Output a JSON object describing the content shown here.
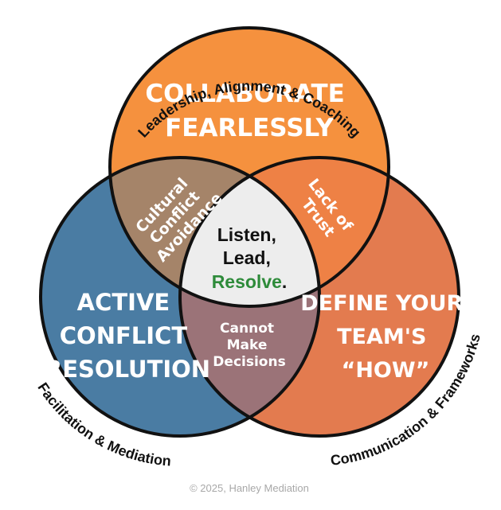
{
  "circles": {
    "top": {
      "lines": [
        "COLLABORATE",
        "FEARLESSLY"
      ],
      "color": "#F5913E"
    },
    "left": {
      "lines": [
        "ACTIVE",
        "CONFLICT",
        "RESOLUTION"
      ],
      "color": "#4A7CA3"
    },
    "right": {
      "lines": [
        "DEFINE YOUR",
        "TEAM'S",
        "“HOW”"
      ],
      "color": "#E37B4F"
    }
  },
  "overlaps": {
    "top_left": {
      "lines": [
        "Cultural",
        "Conflict",
        "Avoidance"
      ],
      "color": "#A58469"
    },
    "top_right": {
      "lines": [
        "Lack of",
        "Trust"
      ],
      "color": "#EE8145"
    },
    "left_right": {
      "lines": [
        "Cannot",
        "Make",
        "Decisions"
      ],
      "color": "#9B7378"
    },
    "center": {
      "line1": "Listen,",
      "line2": "Lead,",
      "line3_word": "Resolve",
      "line3_suffix": ".",
      "color": "#EDEDED",
      "accent": "#2E8B3A"
    }
  },
  "arcs": {
    "top": "Leadership, Alignment & Coaching",
    "left": "Facilitation & Mediation",
    "right": "Communication & Frameworks"
  },
  "footer": "© 2025, Hanley Mediation"
}
